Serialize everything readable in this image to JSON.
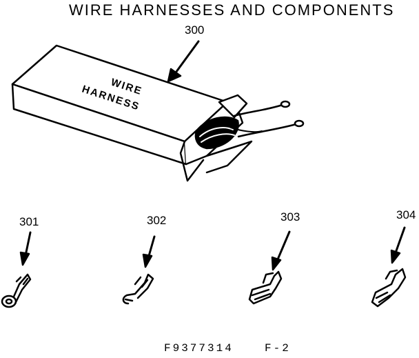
{
  "title": "WIRE HARNESSES AND COMPONENTS",
  "parts": [
    {
      "ref": "300",
      "label_lines": [
        "WIRE",
        "HARNESS"
      ],
      "icon": "wire-harness-box"
    },
    {
      "ref": "301",
      "icon": "ring-terminal"
    },
    {
      "ref": "302",
      "icon": "hook-terminal"
    },
    {
      "ref": "303",
      "icon": "female-spade-terminal"
    },
    {
      "ref": "304",
      "icon": "flag-terminal"
    }
  ],
  "footer": {
    "code": "F9377314",
    "sheet": "F-2"
  }
}
